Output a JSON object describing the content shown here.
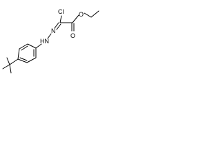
{
  "molecule": {
    "atoms": {
      "chlorine": "Cl",
      "carbonyl_oxygen": "O",
      "ester_oxygen": "O",
      "imine_nitrogen": "N",
      "amine_nitrogen": "HN"
    },
    "line_color": "#000000"
  }
}
